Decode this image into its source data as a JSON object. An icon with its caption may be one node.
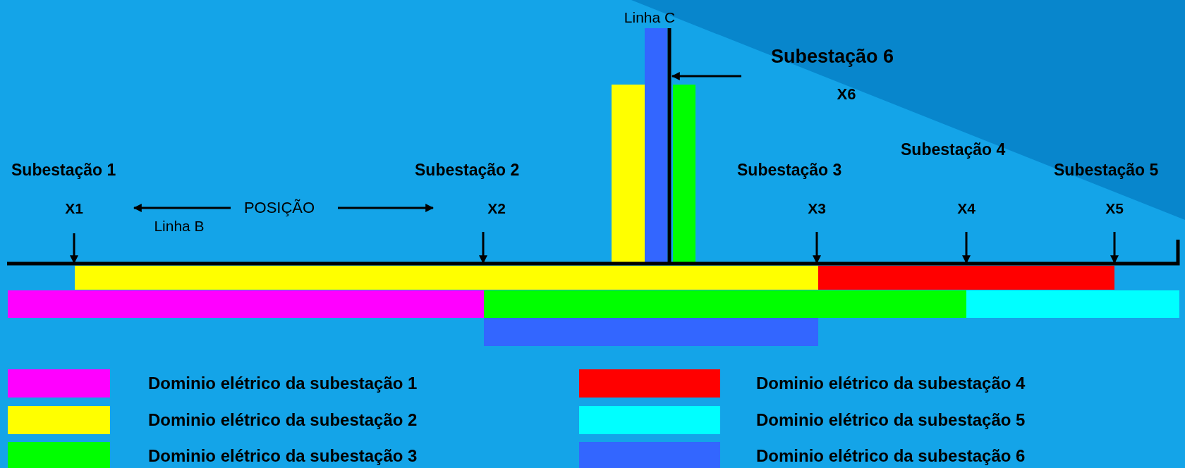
{
  "diagram": {
    "labels": [
      "Linha C",
      "Subestação 6",
      "X6",
      "Subestação 4",
      "Subestação 1",
      "Subestação 2",
      "Subestação 3",
      "Subestação 5",
      "X1",
      "POSIÇÃO",
      "X2",
      "X3",
      "X4",
      "X5",
      "Linha B"
    ],
    "legend": [
      {
        "text": "Dominio elétrico da subestação 1",
        "color": "#ff00ff"
      },
      {
        "text": "Dominio elétrico da subestação 2",
        "color": "#ffff00"
      },
      {
        "text": "Dominio elétrico da subestação 3",
        "color": "#00ff00"
      },
      {
        "text": "Dominio elétrico da subestação 4",
        "color": "#ff0000"
      },
      {
        "text": "Dominio elétrico da subestação 5",
        "color": "#00ffff"
      },
      {
        "text": "Dominio elétrico da subestação 6",
        "color": "#3366ff"
      }
    ]
  }
}
